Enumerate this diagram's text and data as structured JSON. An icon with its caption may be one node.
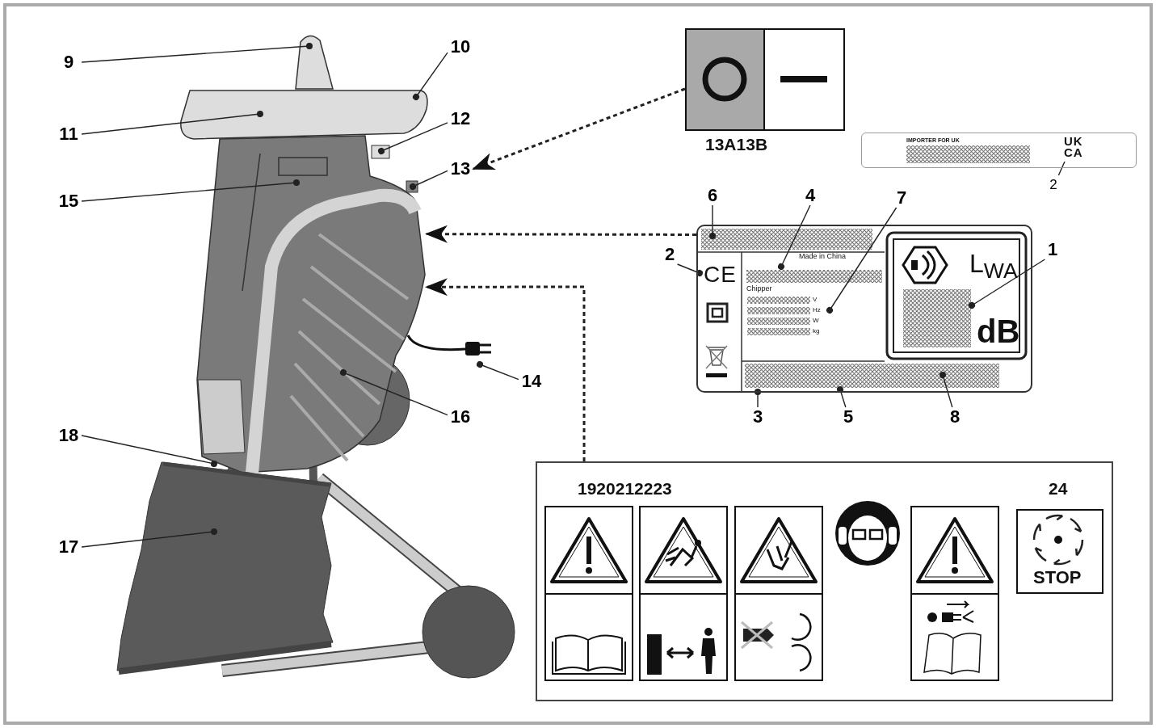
{
  "diagram": {
    "nodes": [
      {
        "text": [],
        "shape": "picture"
      },
      {
        "text": [
          "9"
        ]
      },
      {
        "text": [
          "10"
        ]
      },
      {
        "text": [
          "11"
        ]
      },
      {
        "text": [
          "12"
        ]
      },
      {
        "text": [
          "13"
        ]
      },
      {
        "text": [
          "15"
        ]
      },
      {
        "text": [
          "14"
        ]
      },
      {
        "text": [
          "16"
        ]
      },
      {
        "text": [
          "18"
        ]
      },
      {
        "text": [
          "17"
        ]
      },
      {
        "text": [
          "13A13B"
        ]
      },
      {
        "text": [
          "IMPORTER FOR UK",
          "UK CA"
        ]
      },
      {
        "text": [
          "2"
        ]
      },
      {
        "text": [
          "6"
        ]
      },
      {
        "text": [
          "4"
        ]
      },
      {
        "text": [
          "7"
        ]
      },
      {
        "text": [
          "2"
        ]
      },
      {
        "text": [
          "1"
        ]
      },
      {
        "text": [
          "Made in China",
          "CE",
          "L$_{WA}$",
          "Chipper",
          "V",
          "Hz",
          "W",
          "kg",
          "dB"
        ]
      },
      {
        "text": [
          "3"
        ]
      },
      {
        "text": [
          "5"
        ]
      },
      {
        "text": [
          "8"
        ]
      },
      {
        "text": [
          "1920212223",
          "24"
        ]
      },
      {
        "text": [
          "STOP"
        ],
        "in": 23
      },
      {
        "text": [],
        "shape": "picture"
      }
    ],
    "edges": [
      {
        "from": 11,
        "to": 5,
        "arrow": "to",
        "style": "dashed"
      },
      {
        "from": 19,
        "to": 0,
        "arrow": "to",
        "style": "dashed"
      },
      {
        "from": 23,
        "to": 0,
        "arrow": "to",
        "style": "dashed"
      },
      {
        "from": 1,
        "to": 0,
        "arrow": "other"
      },
      {
        "from": 2,
        "to": 0,
        "arrow": "other"
      },
      {
        "from": 3,
        "to": 0,
        "arrow": "other"
      },
      {
        "from": 4,
        "to": 0,
        "arrow": "other"
      },
      {
        "from": 5,
        "to": 0,
        "arrow": "other"
      },
      {
        "from": 6,
        "to": 0,
        "arrow": "other"
      },
      {
        "from": 7,
        "to": null,
        "arrow": "other"
      },
      {
        "from": 8,
        "to": 0,
        "arrow": "other"
      },
      {
        "from": 9,
        "to": 0,
        "arrow": "other"
      },
      {
        "from": 10,
        "to": 25,
        "arrow": "other"
      },
      {
        "from": 13,
        "to": 12,
        "arrow": "none"
      },
      {
        "from": 14,
        "to": 19,
        "arrow": "other"
      },
      {
        "from": 15,
        "to": 19,
        "arrow": "other"
      },
      {
        "from": 16,
        "to": 19,
        "arrow": "other"
      },
      {
        "from": 17,
        "to": 19,
        "arrow": "other"
      },
      {
        "from": 18,
        "to": 19,
        "arrow": "other"
      },
      {
        "from": 20,
        "to": 19,
        "arrow": "other"
      },
      {
        "from": 21,
        "to": 19,
        "arrow": "other"
      },
      {
        "from": 22,
        "to": 19,
        "arrow": "other"
      }
    ]
  }
}
